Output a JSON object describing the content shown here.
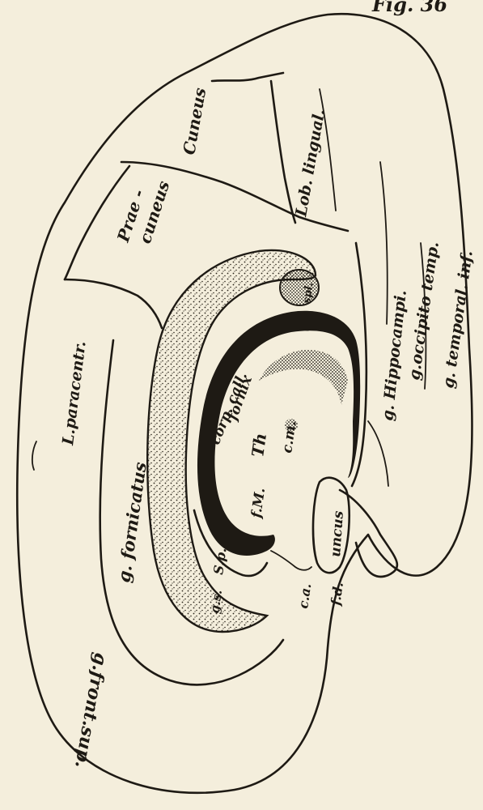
{
  "page_header": "Fig. 36",
  "labels": {
    "cuneus": "Cuneus",
    "lob_lingual": "Lob. lingual.",
    "praecuneus_1": "Prae -",
    "praecuneus_2": "cuneus",
    "g_occipito_temp": "g.occipito temp.",
    "g_temporal_inf": "g. temporal. inf.",
    "g_hippocampi": "g. Hippocampi.",
    "l_paracentr": "L.paracentr.",
    "corp_call_1": "corp. call.",
    "corp_call_2": "fornix",
    "th": "Th",
    "cm": "c.m.",
    "fm": "f.M.",
    "g_fornicatus": "g. fornicatus",
    "sp": "S.p.",
    "uncus": "uncus",
    "gs": "g.s.",
    "ca": "c.a.",
    "fd": "f.d.",
    "spl": "spl.",
    "g_front_sup": "g.front.sup."
  },
  "colors": {
    "ink": "#1e1a14",
    "paper": "#f4eedc"
  }
}
